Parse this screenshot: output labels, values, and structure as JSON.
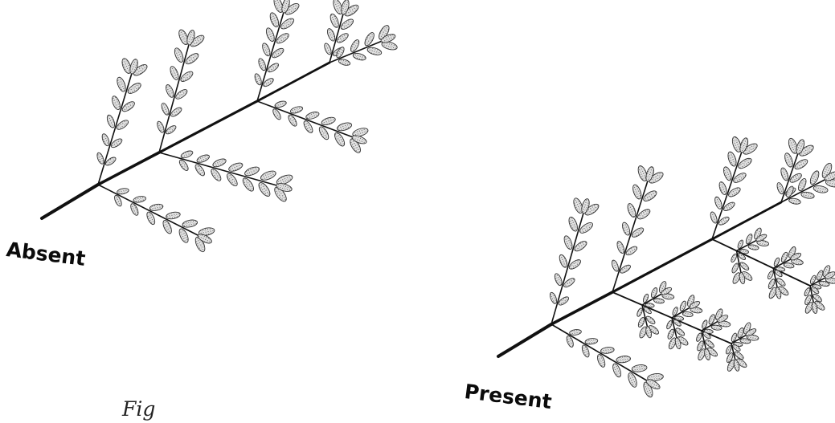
{
  "labels": {
    "absent": "Absent",
    "present": "Present"
  },
  "caption_fragment": "Fig",
  "colors": {
    "stem": "#111111",
    "leaf_fill": "#d2d2d2",
    "leaf_stroke": "#333333"
  }
}
